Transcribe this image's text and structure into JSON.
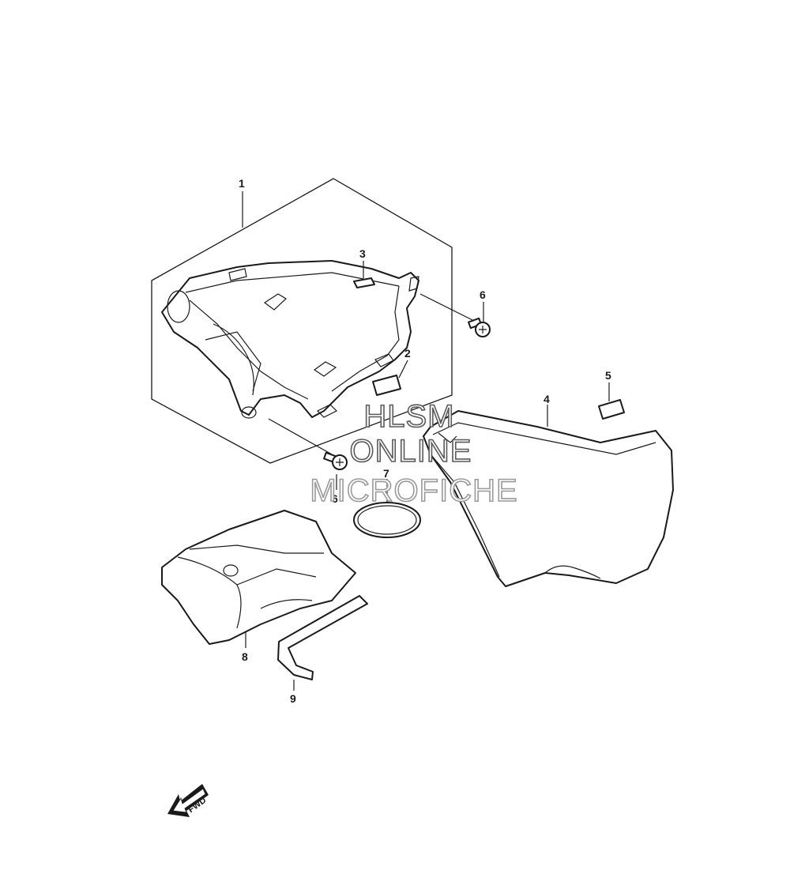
{
  "callouts": {
    "c1": "1",
    "c2": "2",
    "c3": "3",
    "c4": "4",
    "c5": "5",
    "c6a": "6",
    "c6b": "6",
    "c7": "7",
    "c8": "8",
    "c9": "9"
  },
  "watermark": {
    "line1": "HLSM",
    "line2": "ONLINE",
    "line3": "MICROFICHE"
  },
  "fwd_arrow": {
    "label": "FWD"
  }
}
